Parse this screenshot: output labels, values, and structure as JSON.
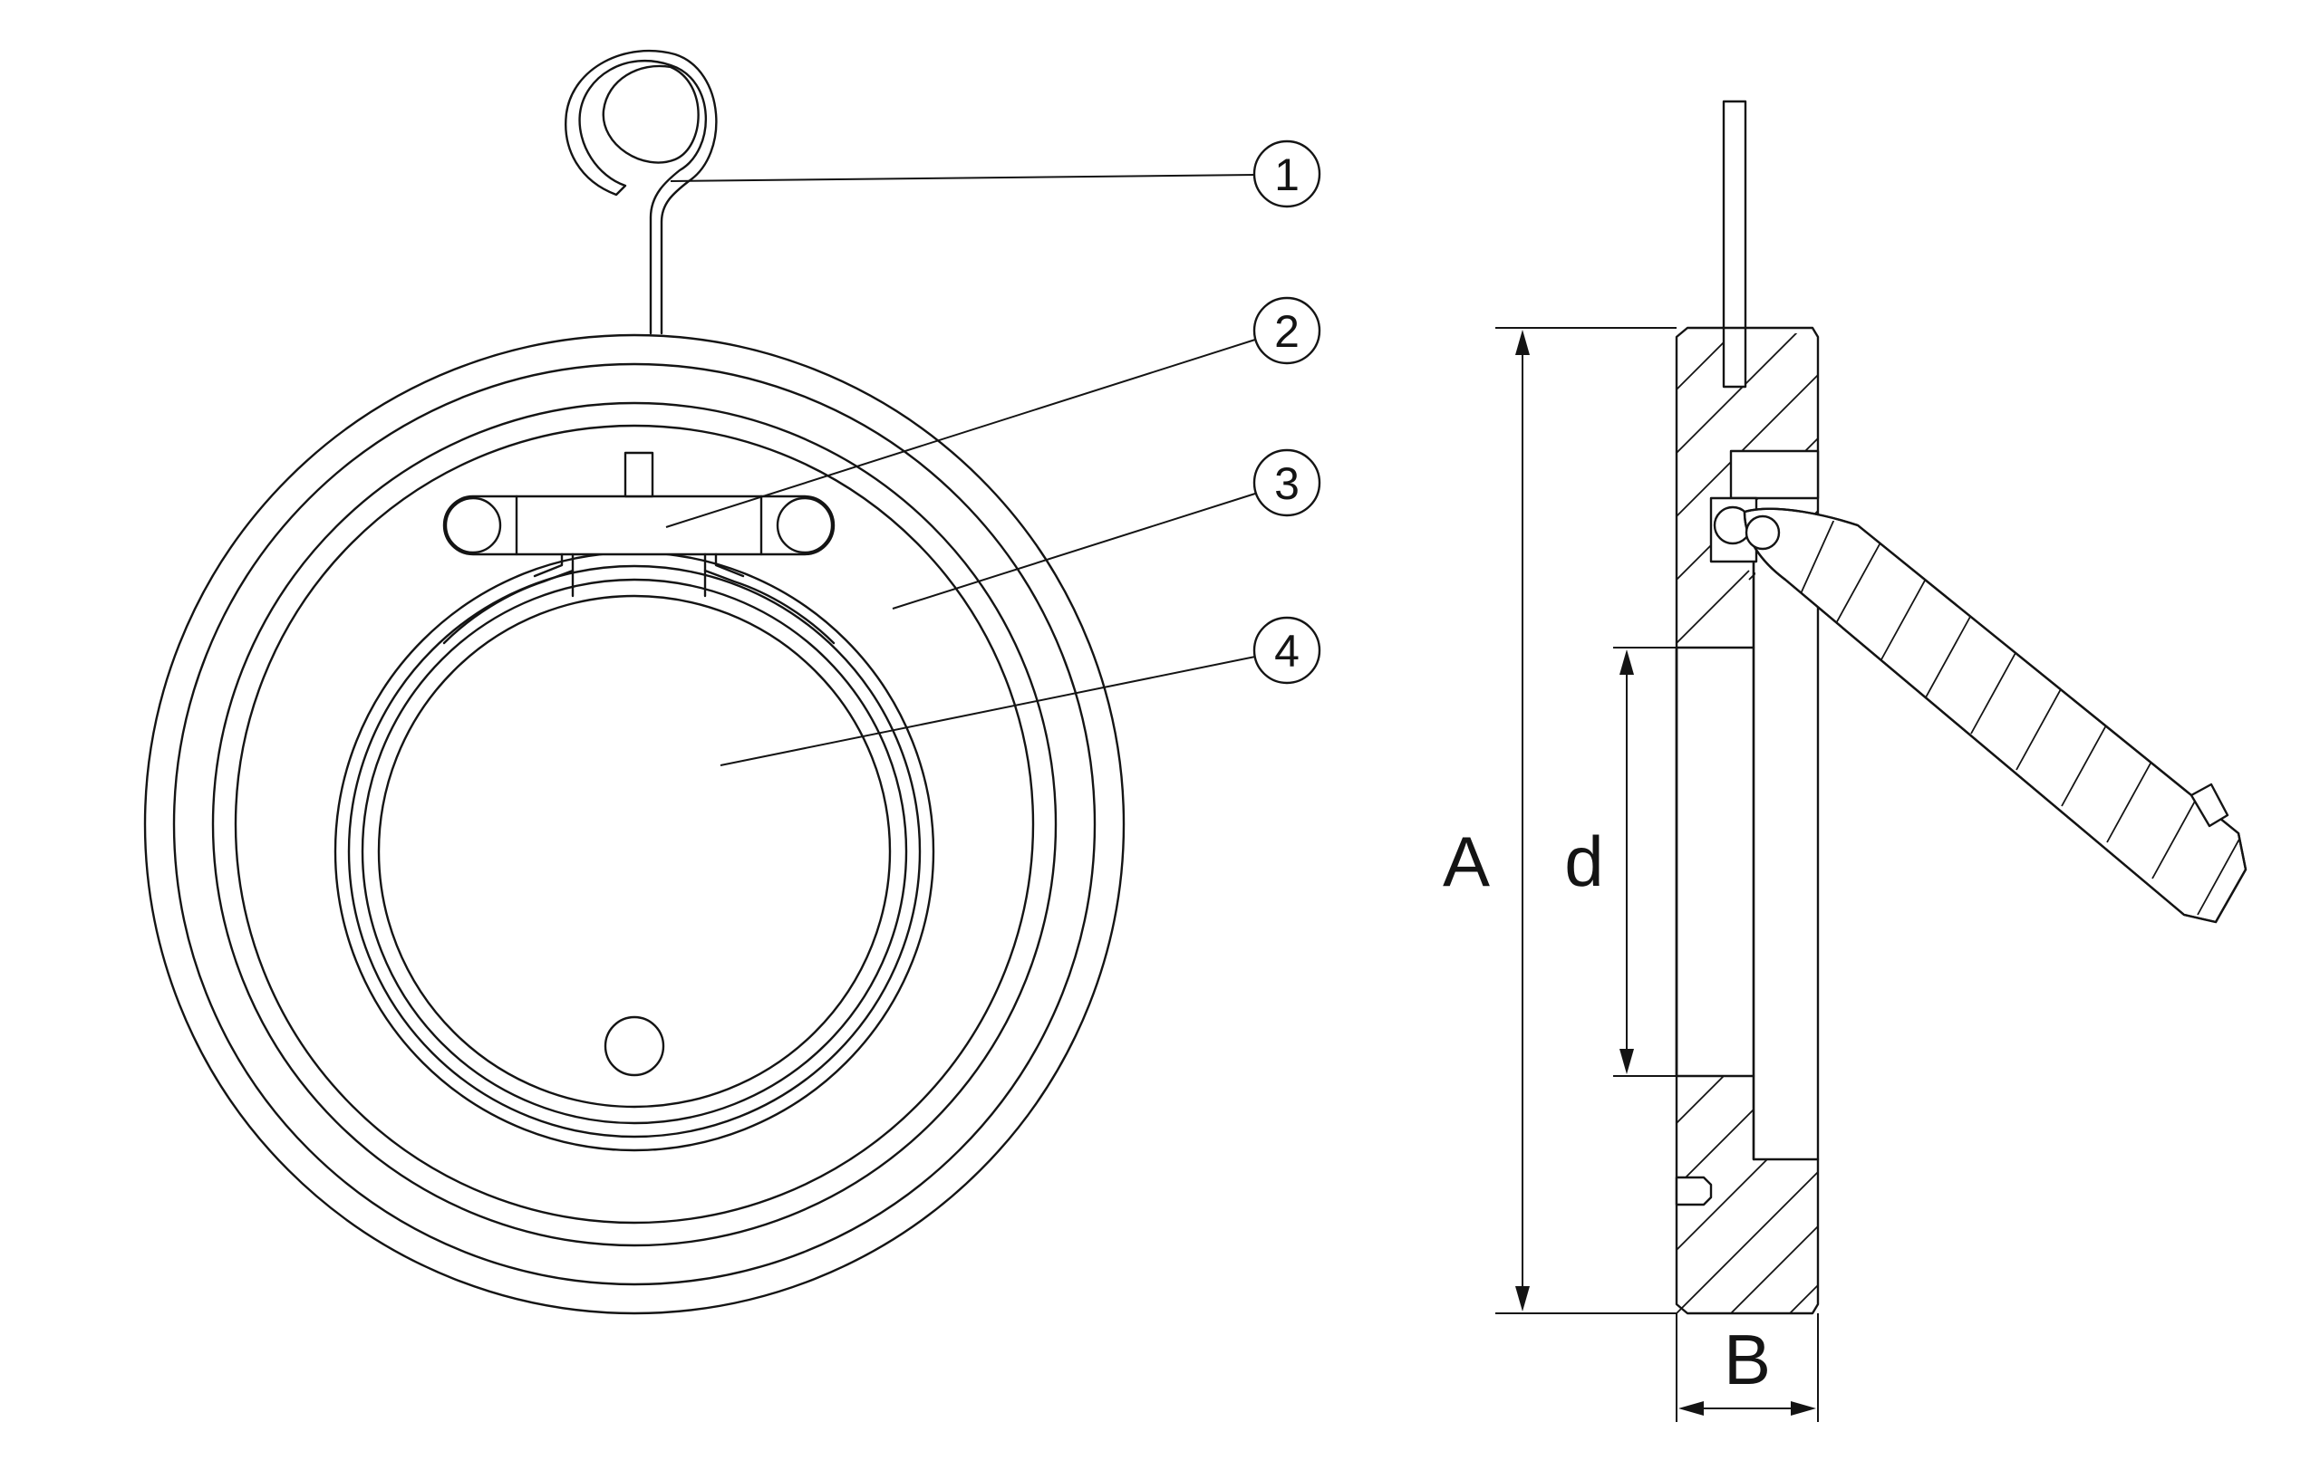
{
  "callouts": [
    {
      "id": "1",
      "label": "1"
    },
    {
      "id": "2",
      "label": "2"
    },
    {
      "id": "3",
      "label": "3"
    },
    {
      "id": "4",
      "label": "4"
    }
  ],
  "dimensions": {
    "outer_diameter": "A",
    "bore_diameter": "d",
    "width": "B"
  },
  "colors": {
    "line": "#141414",
    "background": "#ffffff"
  }
}
